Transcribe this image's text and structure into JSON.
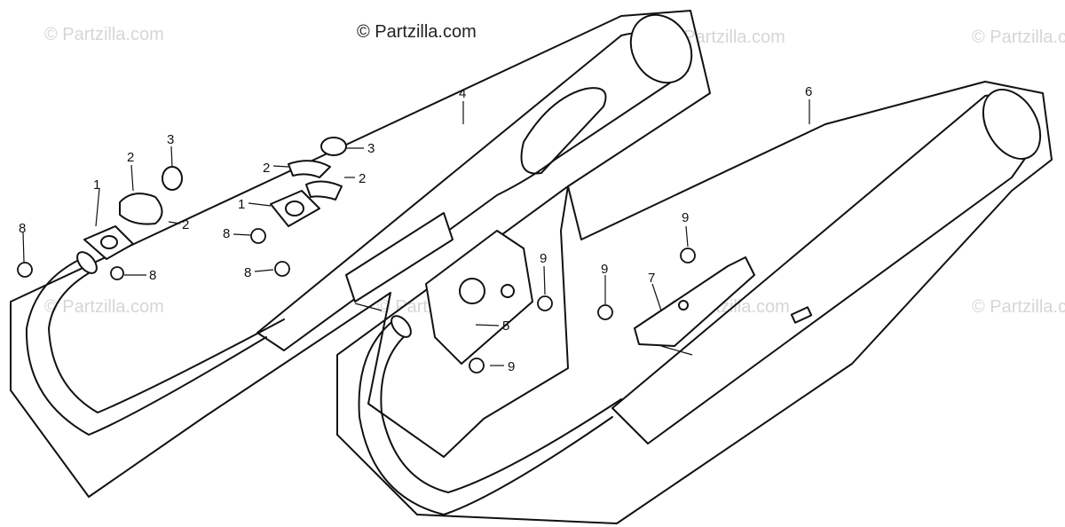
{
  "watermark": {
    "main": "© Partzilla.com",
    "repeat": "© Partzilla.com"
  },
  "callouts": {
    "c1a": "1",
    "c1b": "1",
    "c2a": "2",
    "c2b": "2",
    "c2c": "2",
    "c2d": "2",
    "c3a": "3",
    "c3b": "3",
    "c4": "4",
    "c5": "5",
    "c6": "6",
    "c7": "7",
    "c8a": "8",
    "c8b": "8",
    "c8c": "8",
    "c8d": "8",
    "c9a": "9",
    "c9b": "9",
    "c9c": "9",
    "c9d": "9"
  }
}
